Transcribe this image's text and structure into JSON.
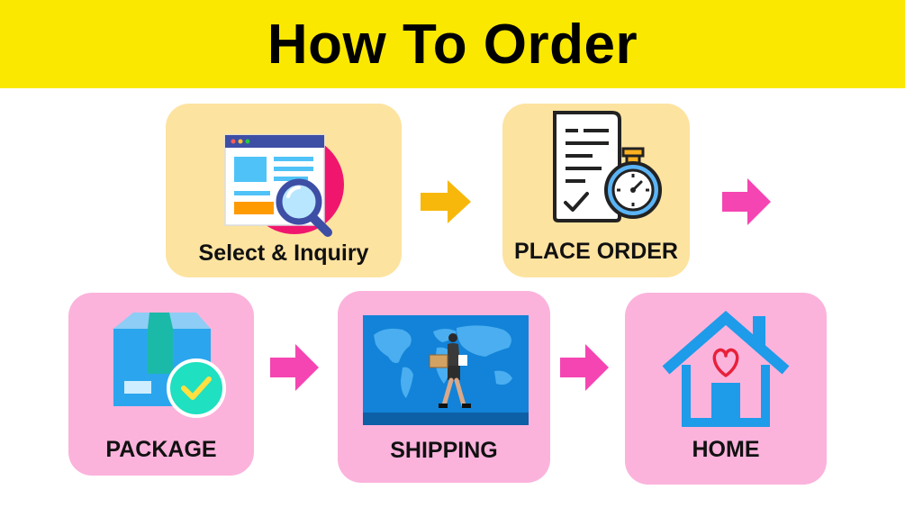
{
  "header": {
    "title": "How To Order"
  },
  "steps": [
    {
      "label": "Select & Inquiry",
      "icon": "browser-search-icon"
    },
    {
      "label": "PLACE ORDER",
      "icon": "order-document-stopwatch-icon"
    },
    {
      "label": "PACKAGE",
      "icon": "package-check-icon"
    },
    {
      "label": "SHIPPING",
      "icon": "world-map-courier-icon"
    },
    {
      "label": "HOME",
      "icon": "house-heart-icon"
    }
  ],
  "colors": {
    "title_background": "#fbe800",
    "card_yellow": "#fde3a0",
    "card_pink": "#fbb3dc",
    "arrow_orange": "#f7b80b",
    "arrow_pink": "#f545b2"
  }
}
